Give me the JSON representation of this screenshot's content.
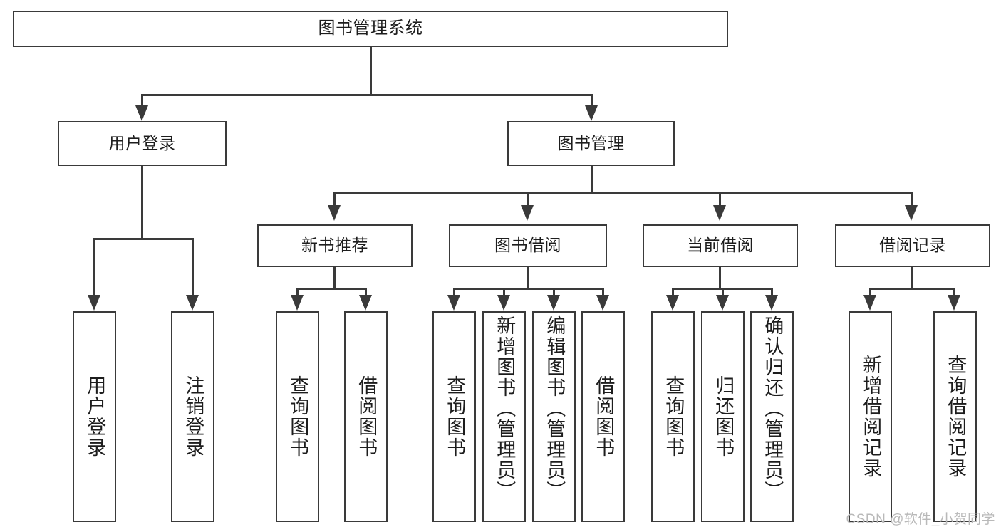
{
  "diagram": {
    "title": "图书管理系统",
    "type": "tree",
    "colors": {
      "stroke": "#3a3a3a",
      "fill": "#ffffff",
      "text": "#1d1d1d",
      "watermark": "#b9b9b9"
    },
    "levels": {
      "root": {
        "label": "图书管理系统"
      },
      "level1": [
        {
          "label": "用户登录"
        },
        {
          "label": "图书管理"
        }
      ],
      "level2": [
        {
          "label": "新书推荐"
        },
        {
          "label": "图书借阅"
        },
        {
          "label": "当前借阅"
        },
        {
          "label": "借阅记录"
        }
      ],
      "leaves": {
        "user_login": [
          {
            "label": "用户登录"
          },
          {
            "label": "注销登录"
          }
        ],
        "new_book_recommend": [
          {
            "label": "查询图书"
          },
          {
            "label": "借阅图书"
          }
        ],
        "book_borrow": [
          {
            "label": "查询图书"
          },
          {
            "label": "新增图书（管理员）"
          },
          {
            "label": "编辑图书（管理员）"
          },
          {
            "label": "借阅图书"
          }
        ],
        "current_borrow": [
          {
            "label": "查询图书"
          },
          {
            "label": "归还图书"
          },
          {
            "label": "确认归还（管理员）"
          }
        ],
        "borrow_record": [
          {
            "label": "新增借阅记录"
          },
          {
            "label": "查询借阅记录"
          }
        ]
      }
    }
  },
  "watermark": {
    "text": "CSDN @软件_小贺同学"
  }
}
